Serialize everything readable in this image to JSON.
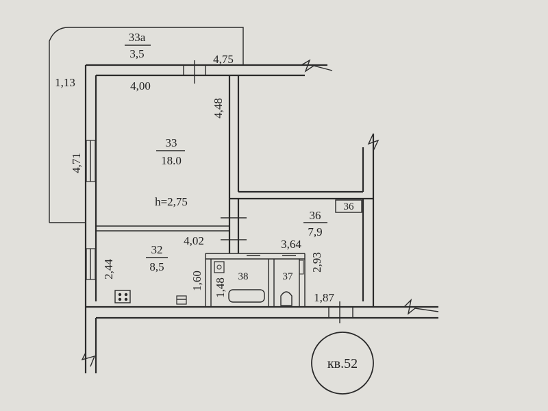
{
  "plan": {
    "apartment_label": "кв.52",
    "rooms": [
      {
        "number": "33a",
        "area": "3,5"
      },
      {
        "number": "33",
        "area": "18.0",
        "height": "h=2,75"
      },
      {
        "number": "32",
        "area": "8,5"
      },
      {
        "number": "36",
        "area": "7,9"
      },
      {
        "number": "38"
      },
      {
        "number": "37"
      },
      {
        "number": "36"
      }
    ],
    "dimensions": [
      {
        "value": "4,75"
      },
      {
        "value": "1,13"
      },
      {
        "value": "4,00"
      },
      {
        "value": "4,48"
      },
      {
        "value": "4,71"
      },
      {
        "value": "4,02"
      },
      {
        "value": "3,64"
      },
      {
        "value": "2,44"
      },
      {
        "value": "1,60"
      },
      {
        "value": "1,48"
      },
      {
        "value": "2,93"
      },
      {
        "value": "1,87"
      }
    ]
  }
}
